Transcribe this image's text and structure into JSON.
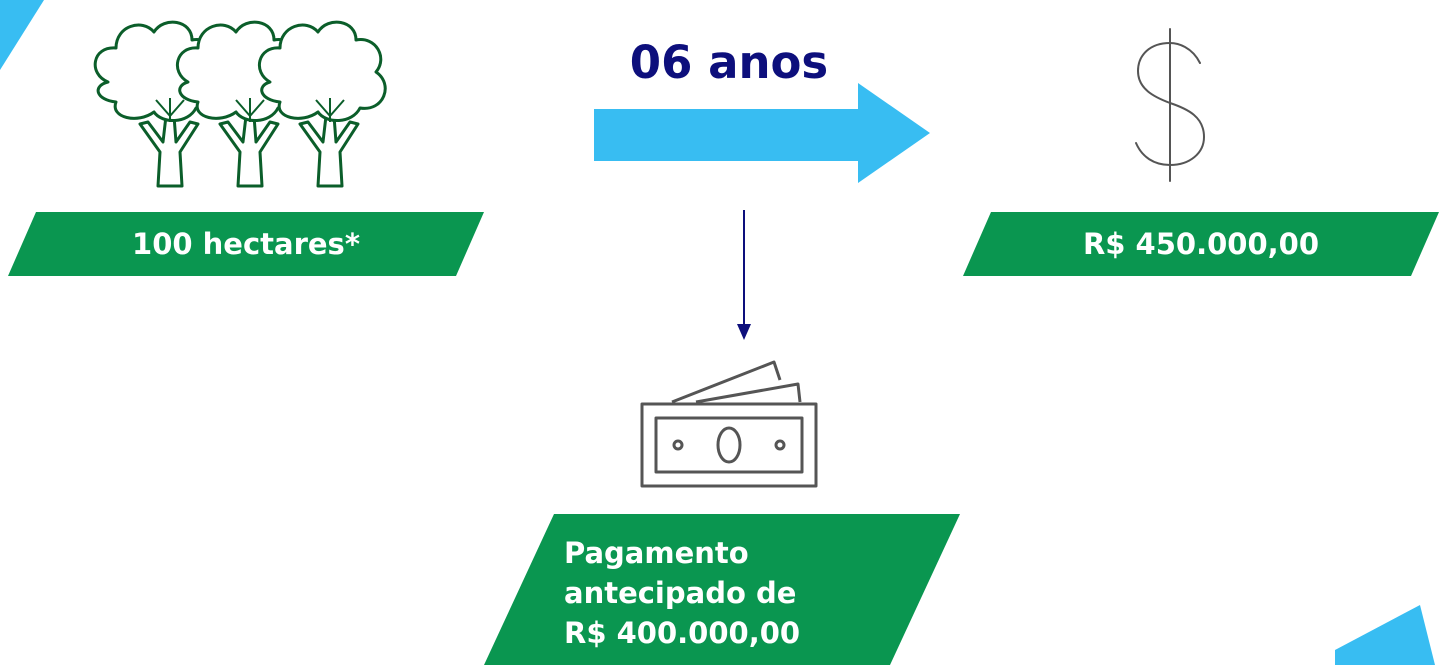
{
  "colors": {
    "accent_blue": "#38bdf2",
    "banner_green": "#0a9650",
    "trees_green": "#0b5e2a",
    "label_navy": "#0d0f7c",
    "icon_gray": "#555555"
  },
  "icons": {
    "trees": "trees-icon",
    "dollar": "dollar-icon",
    "cash": "cash-icon"
  },
  "duration": {
    "label": "06 anos"
  },
  "area": {
    "label": "100 hectares*"
  },
  "value": {
    "label": "R$ 450.000,00"
  },
  "payment": {
    "line1": "Pagamento",
    "line2": "antecipado de",
    "line3": "R$ 400.000,00"
  }
}
